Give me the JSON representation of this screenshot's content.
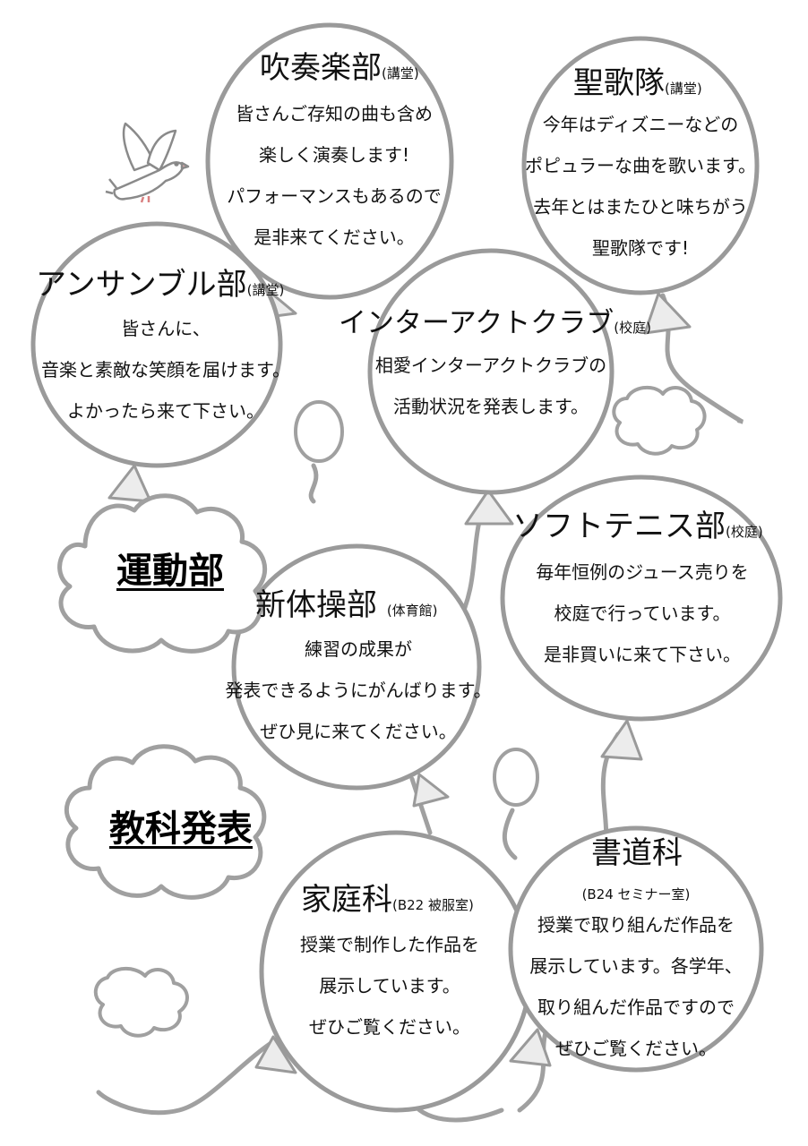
{
  "clubs": {
    "brass": {
      "name": "吹奏楽部",
      "venue": "(講堂)",
      "lines": [
        "皆さんご存知の曲も含め",
        "楽しく演奏します!",
        "パフォーマンスもあるので",
        "是非来てください。"
      ]
    },
    "choir": {
      "name": "聖歌隊",
      "venue": "(講堂)",
      "lines": [
        "今年はディズニーなどの",
        "ポピュラーな曲を歌います。",
        "去年とはまたひと味ちがう",
        "聖歌隊です!"
      ]
    },
    "ensemble": {
      "name": "アンサンブル部",
      "venue": "(講堂)",
      "lines": [
        "皆さんに、",
        "音楽と素敵な笑顔を届けます。",
        "よかったら来て下さい。"
      ]
    },
    "interact": {
      "name": "インターアクトクラブ",
      "venue": "(校庭)",
      "lines": [
        "相愛インターアクトクラブの",
        "活動状況を発表します。"
      ]
    },
    "tennis": {
      "name": "ソフトテニス部",
      "venue": "(校庭)",
      "lines": [
        "毎年恒例のジュース売りを",
        "校庭で行っています。",
        "是非買いに来て下さい。"
      ]
    },
    "gymnastics": {
      "name": "新体操部",
      "venue": "(体育館)",
      "lines": [
        "練習の成果が",
        "発表できるようにがんばります。",
        "ぜひ見に来てください。"
      ]
    },
    "homeec": {
      "name": "家庭科",
      "venue": "(B22 被服室)",
      "lines": [
        "授業で制作した作品を",
        "展示しています。",
        "ぜひご覧ください。"
      ]
    },
    "calligraphy": {
      "name": "書道科",
      "venue": "(B24 セミナー室)",
      "lines": [
        "授業で取り組んだ作品を",
        "展示しています。各学年、",
        "取り組んだ作品ですので",
        "ぜひご覧ください。"
      ]
    }
  },
  "categories": {
    "sports": "運動部",
    "subjects": "教科発表"
  },
  "icons": {
    "dove": "dove-icon",
    "balloon": "balloon-icon",
    "cloud": "cloud-icon"
  },
  "colors": {
    "outline": "#9a9a9a",
    "text": "#111111"
  }
}
